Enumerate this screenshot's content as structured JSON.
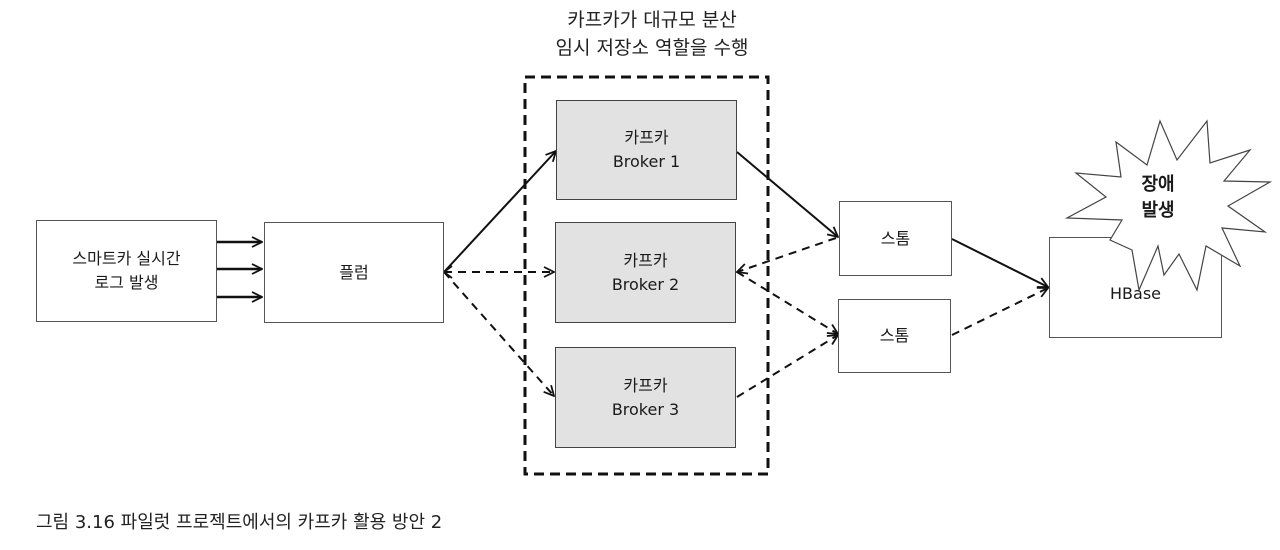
{
  "diagram": {
    "annotation_top": "카프카가 대규모 분산\n임시 저장소 역할을 수행",
    "figure_caption": "그림 3.16 파일럿 프로젝트에서의 카프카 활용 방안 2",
    "nodes": {
      "source": {
        "label": "스마트카 실시간\n로그 발생"
      },
      "flume": {
        "label": "플럼"
      },
      "broker1": {
        "label": "카프카\nBroker 1"
      },
      "broker2": {
        "label": "카프카\nBroker 2"
      },
      "broker3": {
        "label": "카프카\nBroker 3"
      },
      "storm1": {
        "label": "스톰"
      },
      "storm2": {
        "label": "스톰"
      },
      "hbase": {
        "label": "HBase"
      }
    },
    "failure_burst": {
      "label": "장애\n발생"
    },
    "edges": [
      {
        "from": "source",
        "to": "flume",
        "style": "solid",
        "count": 3
      },
      {
        "from": "flume",
        "to": "broker1",
        "style": "solid"
      },
      {
        "from": "flume",
        "to": "broker2",
        "style": "dashed"
      },
      {
        "from": "flume",
        "to": "broker3",
        "style": "dashed"
      },
      {
        "from": "broker1",
        "to": "storm1",
        "style": "solid"
      },
      {
        "from": "storm1",
        "to": "broker2",
        "style": "dashed"
      },
      {
        "from": "broker2",
        "to": "storm2",
        "style": "dashed"
      },
      {
        "from": "broker3",
        "to": "storm2",
        "style": "dashed"
      },
      {
        "from": "storm1",
        "to": "hbase",
        "style": "solid"
      },
      {
        "from": "storm2",
        "to": "hbase",
        "style": "dashed"
      }
    ],
    "colors": {
      "line": "#111111",
      "broker_fill": "#e2e2e2",
      "border": "#555555"
    }
  }
}
